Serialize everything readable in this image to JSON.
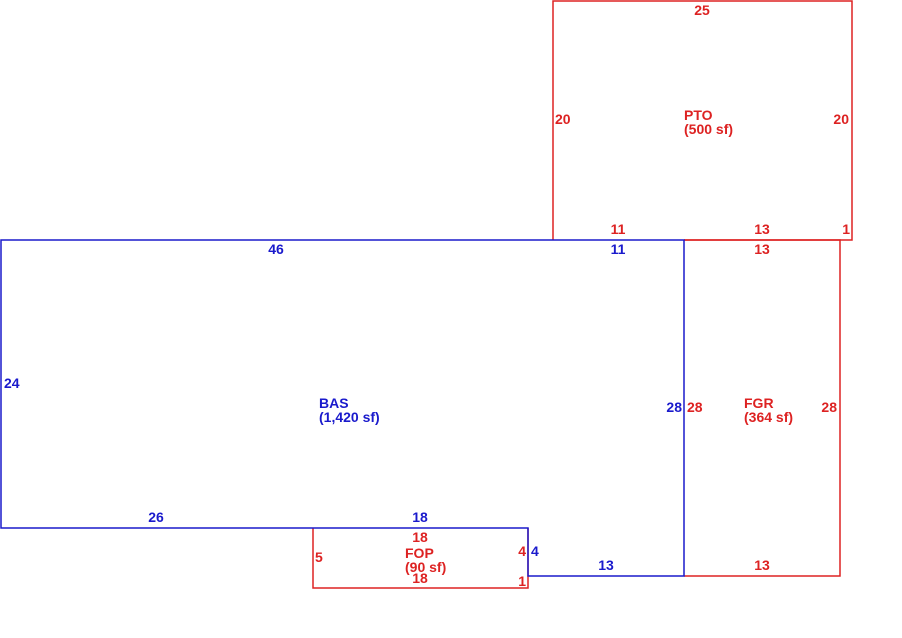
{
  "colors": {
    "main_area": "#1a1acc",
    "addition_area": "#dd2222",
    "background": "#ffffff"
  },
  "areas": {
    "bas": {
      "code": "BAS",
      "area": "(1,420 sf)"
    },
    "pto": {
      "code": "PTO",
      "area": "(500 sf)"
    },
    "fgr": {
      "code": "FGR",
      "area": "(364 sf)"
    },
    "fop": {
      "code": "FOP",
      "area": "(90 sf)"
    }
  },
  "dimensions": {
    "pto_top": "25",
    "pto_left": "20",
    "pto_right": "20",
    "pto_bottom_left": "11",
    "pto_bottom_right": "13",
    "pto_bottom_end": "1",
    "bas_top": "46",
    "bas_top_right": "11",
    "bas_left": "24",
    "bas_right": "28",
    "bas_bottom_left": "26",
    "bas_bottom_mid": "18",
    "bas_notch": "4",
    "bas_bottom_right": "13",
    "fgr_top": "13",
    "fgr_left": "28",
    "fgr_right": "28",
    "fgr_bottom": "13",
    "fop_top": "18",
    "fop_left": "5",
    "fop_right": "4",
    "fop_bottom": "18",
    "fop_end": "1"
  }
}
